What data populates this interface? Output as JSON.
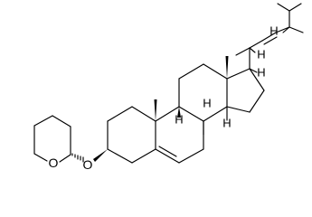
{
  "diagram": {
    "type": "skeletal-structure",
    "atom_labels": {
      "h_9": "H",
      "h_8": "H",
      "h_14": "H",
      "h_17": "H",
      "h_20": "H",
      "h_24": "H",
      "oxygen_ether": "O",
      "oxygen_ring": "O"
    },
    "colors": {
      "ink": "#000000",
      "background": "#ffffff"
    }
  }
}
